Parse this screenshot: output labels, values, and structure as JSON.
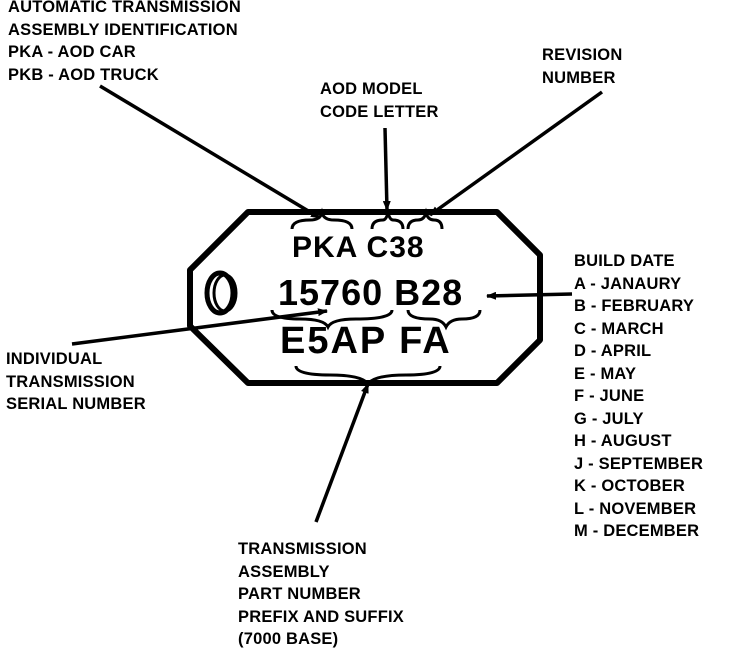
{
  "callouts": {
    "assembly_id": [
      "AUTOMATIC TRANSMISSION",
      "ASSEMBLY IDENTIFICATION",
      "PKA - AOD CAR",
      "PKB - AOD TRUCK"
    ],
    "model_code": [
      "AOD MODEL",
      "CODE LETTER"
    ],
    "revision": [
      "REVISION",
      "NUMBER"
    ],
    "build_date": [
      "BUILD DATE",
      "A - JANAURY",
      "B - FEBRUARY",
      "C - MARCH",
      "D - APRIL",
      "E - MAY",
      "F - JUNE",
      "G - JULY",
      "H - AUGUST",
      "J - SEPTEMBER",
      "K - OCTOBER",
      "L - NOVEMBER",
      "M - DECEMBER"
    ],
    "serial": [
      "INDIVIDUAL",
      "TRANSMISSION",
      "SERIAL NUMBER"
    ],
    "part_number": [
      "TRANSMISSION",
      "ASSEMBLY",
      "PART NUMBER",
      "PREFIX AND SUFFIX",
      "(7000 BASE)"
    ]
  },
  "tag": {
    "line1": "PKA C38",
    "line2": "15760 B28",
    "line3": "E5AP FA"
  }
}
